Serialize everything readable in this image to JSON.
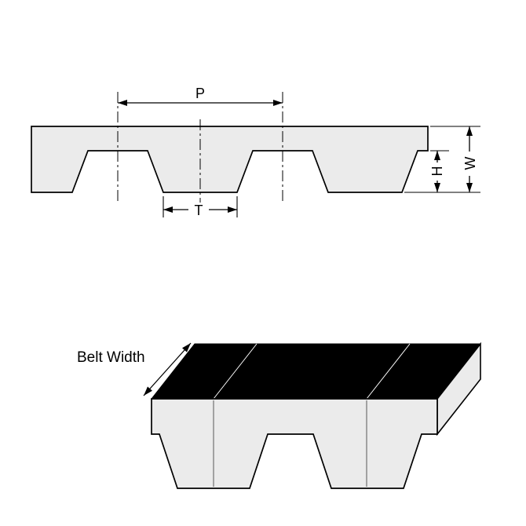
{
  "diagram": {
    "type": "timing-belt-dimension-diagram",
    "labels": {
      "pitch": "P",
      "tooth_width": "T",
      "tooth_height": "H",
      "belt_thickness": "W",
      "belt_width": "Belt Width"
    },
    "colors": {
      "outline": "#000000",
      "belt_fill": "#ebebeb",
      "top_face_fill": "#000000",
      "background": "#ffffff"
    }
  }
}
